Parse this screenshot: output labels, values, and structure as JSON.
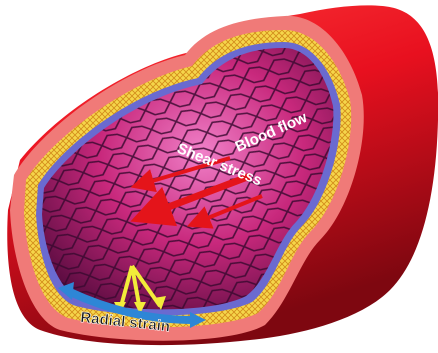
{
  "labels": {
    "blood_flow": "Blood flow",
    "shear_stress": "Shear stress",
    "radial_strain": "Radial strain"
  },
  "colors": {
    "vessel_outer": "#e8101f",
    "vessel_dark": "#8a0a12",
    "adventitia": "#f07a78",
    "media_yellow": "#f5d54a",
    "lumen_pink": "#c8287c",
    "cell_edges": "#3a0930",
    "arrow_red": "#e4141a",
    "strain_arrow": "#2e86d6",
    "radial_arrow": "#f2ec3a"
  }
}
